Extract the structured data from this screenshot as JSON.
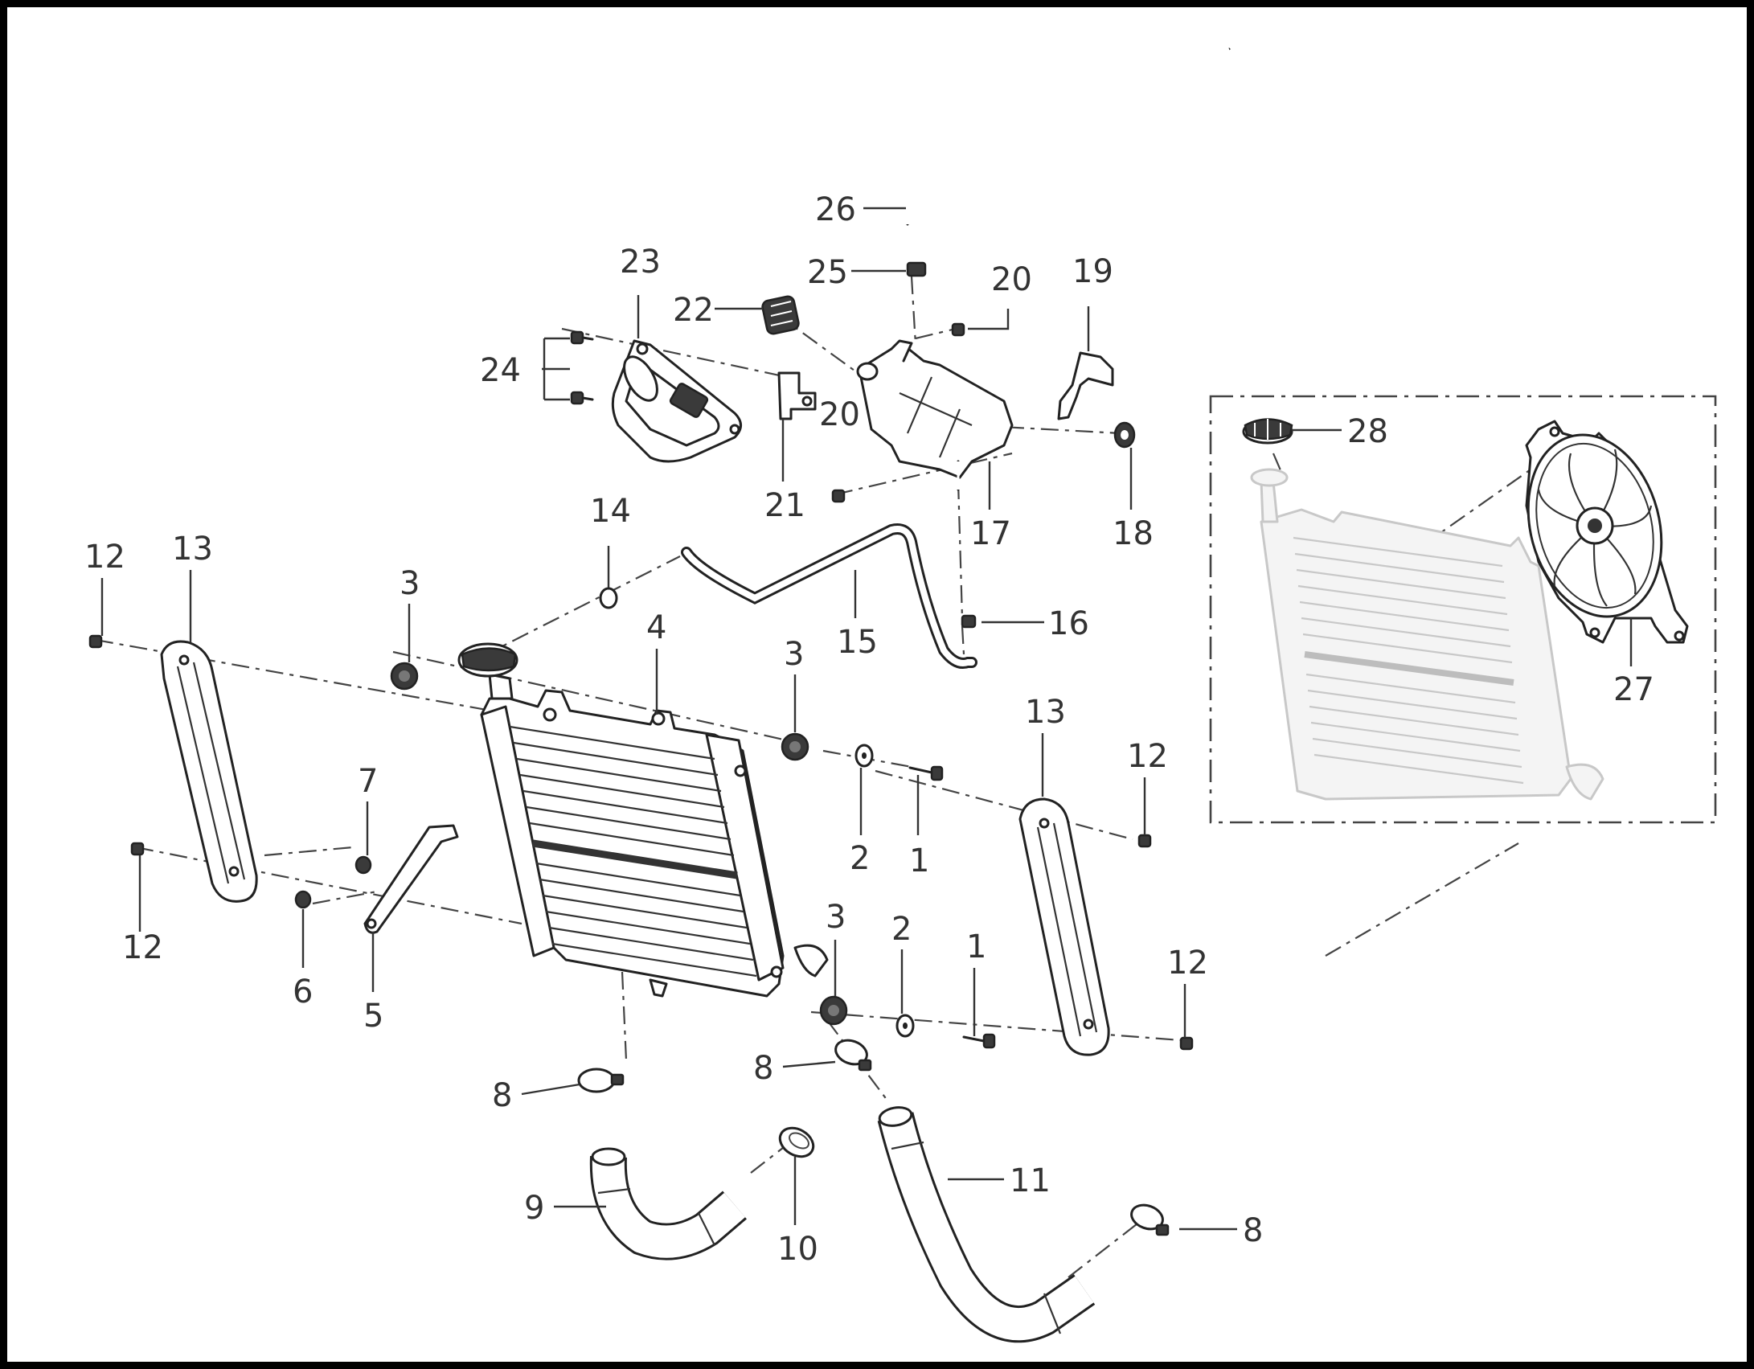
{
  "callouts": [
    {
      "id": "c1a",
      "text": "1"
    },
    {
      "id": "c1b",
      "text": "1"
    },
    {
      "id": "c2a",
      "text": "2"
    },
    {
      "id": "c2b",
      "text": "2"
    },
    {
      "id": "c3a",
      "text": "3"
    },
    {
      "id": "c3b",
      "text": "3"
    },
    {
      "id": "c3c",
      "text": "3"
    },
    {
      "id": "c4",
      "text": "4"
    },
    {
      "id": "c5",
      "text": "5"
    },
    {
      "id": "c6",
      "text": "6"
    },
    {
      "id": "c7",
      "text": "7"
    },
    {
      "id": "c8a",
      "text": "8"
    },
    {
      "id": "c8b",
      "text": "8"
    },
    {
      "id": "c8c",
      "text": "8"
    },
    {
      "id": "c9",
      "text": "9"
    },
    {
      "id": "c10",
      "text": "10"
    },
    {
      "id": "c11",
      "text": "11"
    },
    {
      "id": "c12a",
      "text": "12"
    },
    {
      "id": "c12b",
      "text": "12"
    },
    {
      "id": "c12c",
      "text": "12"
    },
    {
      "id": "c12d",
      "text": "12"
    },
    {
      "id": "c13a",
      "text": "13"
    },
    {
      "id": "c13b",
      "text": "13"
    },
    {
      "id": "c14",
      "text": "14"
    },
    {
      "id": "c15",
      "text": "15"
    },
    {
      "id": "c16",
      "text": "16"
    },
    {
      "id": "c17",
      "text": "17"
    },
    {
      "id": "c18",
      "text": "18"
    },
    {
      "id": "c19",
      "text": "19"
    },
    {
      "id": "c20a",
      "text": "20"
    },
    {
      "id": "c20b",
      "text": "20"
    },
    {
      "id": "c21",
      "text": "21"
    },
    {
      "id": "c22",
      "text": "22"
    },
    {
      "id": "c23",
      "text": "23"
    },
    {
      "id": "c24",
      "text": "24"
    },
    {
      "id": "c25",
      "text": "25"
    },
    {
      "id": "c26",
      "text": "26"
    },
    {
      "id": "c27",
      "text": "27"
    },
    {
      "id": "c28",
      "text": "28"
    }
  ]
}
